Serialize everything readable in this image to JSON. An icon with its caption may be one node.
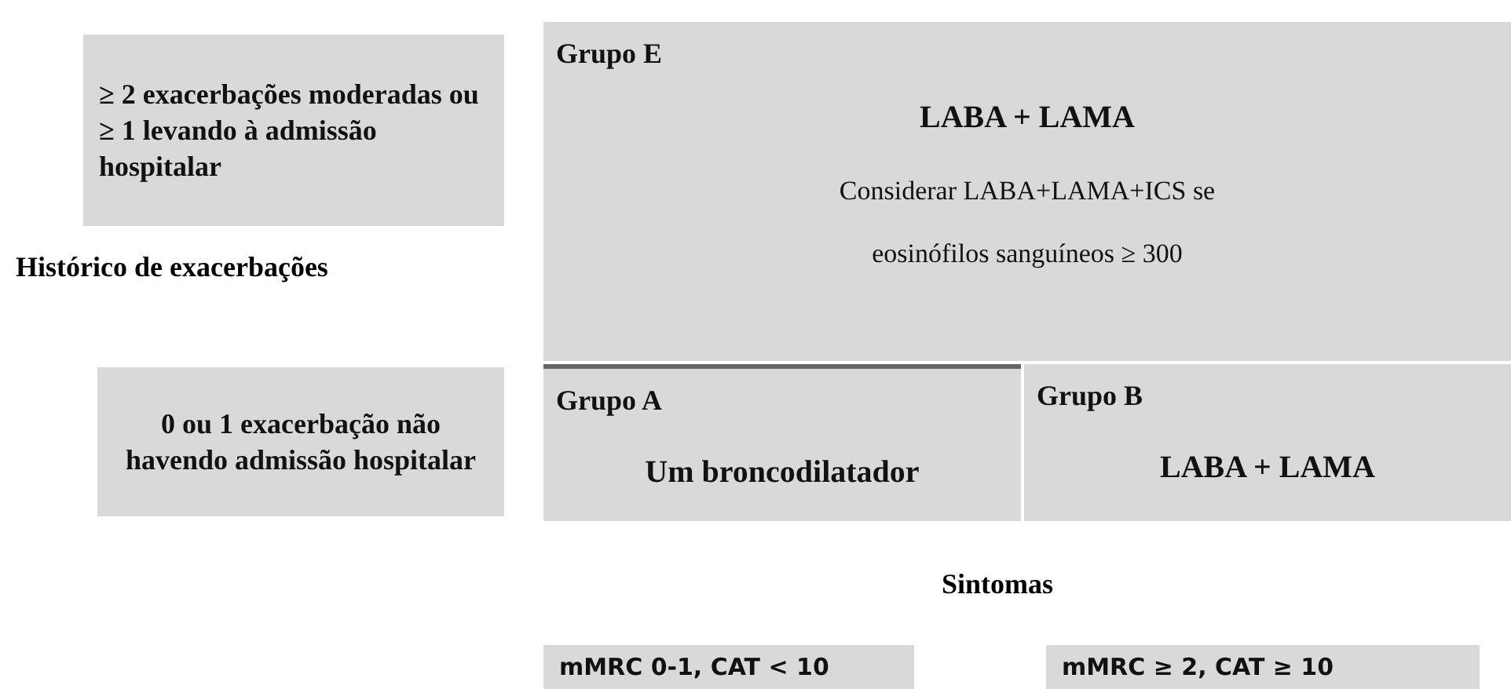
{
  "diagram": {
    "nodes": [
      {
        "text": [
          "≥ 2 exacerbações moderadas ou ≥ 1 levando à admissão hospitalar"
        ]
      },
      {
        "text": [
          "Grupo E",
          "LABA + LAMA",
          "Considerar LABA+LAMA+ICS se eosinófilos sanguíneos ≥ 300"
        ]
      },
      {
        "text": [
          "0 ou 1 exacerbação não havendo admissão hospitalar"
        ]
      },
      {
        "text": [
          "Grupo A",
          "Um broncodilatador"
        ]
      },
      {
        "text": [
          "Grupo B",
          "LABA + LAMA"
        ]
      },
      {
        "text": [
          "mMRC 0-1, CAT < 10"
        ]
      },
      {
        "text": [
          "mMRC ≥ 2, CAT ≥ 10"
        ]
      }
    ],
    "edges": [],
    "labels": [
      "Histórico de exacerbações",
      "Sintomas"
    ]
  }
}
